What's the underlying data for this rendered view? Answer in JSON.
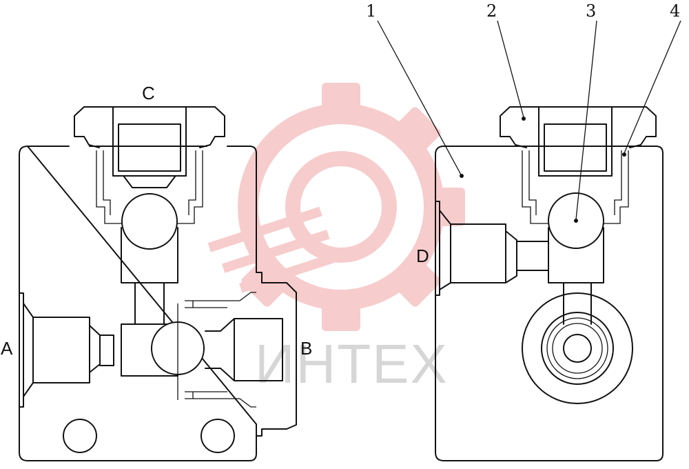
{
  "ports": {
    "a": "A",
    "b": "B",
    "c": "C",
    "d": "D"
  },
  "callouts": {
    "n1": "1",
    "n2": "2",
    "n3": "3",
    "n4": "4"
  },
  "watermark": {
    "text": "ИНТЕХ",
    "color": "#f2a3a3"
  },
  "colors": {
    "line": "#111111",
    "background": "#ffffff"
  }
}
